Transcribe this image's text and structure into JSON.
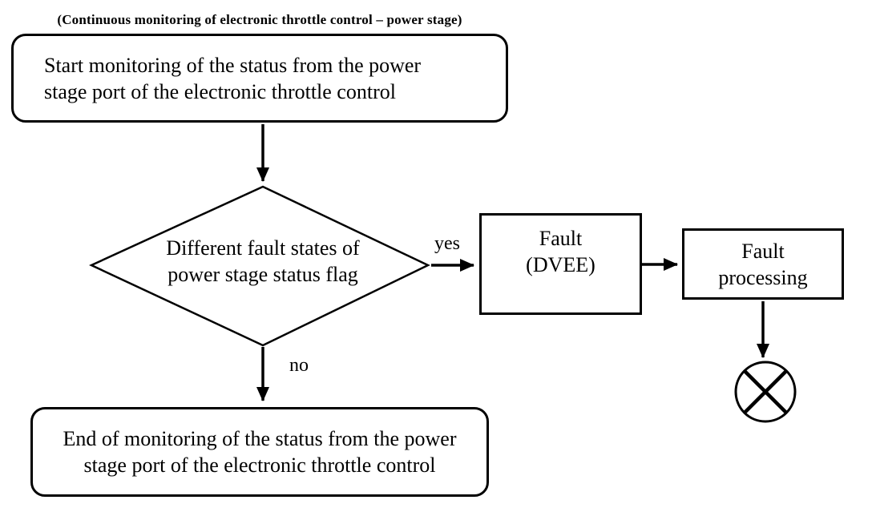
{
  "title": "(Continuous monitoring of electronic throttle control – power stage)",
  "nodes": {
    "start": {
      "line1": "Start monitoring of the status from the power",
      "line2": "stage port of the electronic throttle control"
    },
    "decision": {
      "line1": "Different fault states of",
      "line2": "power stage status flag"
    },
    "fault": {
      "line1": "Fault",
      "line2": "(DVEE)"
    },
    "fault_processing": {
      "line1": "Fault",
      "line2": "processing"
    },
    "end": {
      "line1": "End of monitoring of the status from the power",
      "line2": "stage port of the electronic throttle control"
    }
  },
  "labels": {
    "yes": "yes",
    "no": "no"
  },
  "icons": {
    "terminator": "circle-x-terminator-icon"
  },
  "colors": {
    "line": "#000000",
    "background": "#ffffff"
  }
}
